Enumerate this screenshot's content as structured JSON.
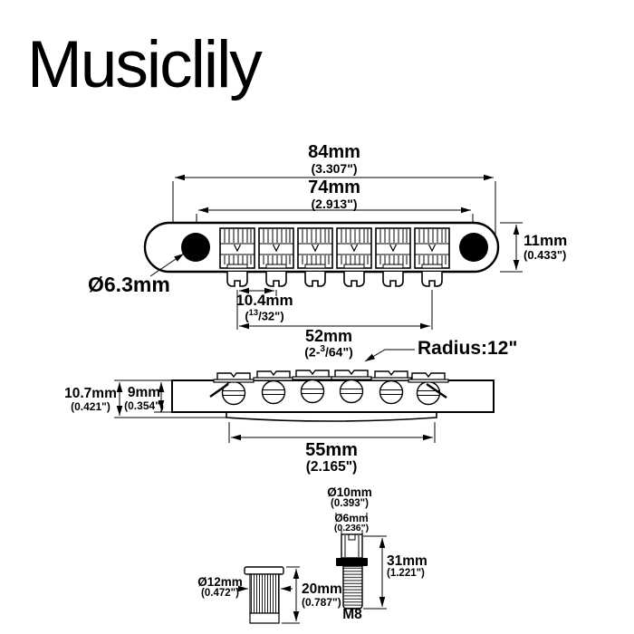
{
  "brand": "Musiclily",
  "colors": {
    "ink": "#000000",
    "background": "#ffffff"
  },
  "top_view": {
    "overall_length": {
      "mm": "84mm",
      "inch": "(3.307\")"
    },
    "post_spacing": {
      "mm": "74mm",
      "inch": "(2.913\")"
    },
    "body_width": {
      "mm": "11mm",
      "inch": "(0.433\")"
    },
    "post_hole_dia": "Ø6.3mm",
    "screw_spacing": {
      "mm": "10.4mm",
      "inch_pre": "(",
      "inch_sup": "13",
      "inch_post": "/32\")"
    },
    "string_spread": {
      "mm": "52mm",
      "inch_pre": "(2-",
      "inch_sup": "3",
      "inch_post": "/64\")"
    },
    "radius_label": "Radius:12\""
  },
  "side_view": {
    "overall_height": {
      "mm": "10.7mm",
      "inch": "(0.421\")"
    },
    "body_height": {
      "mm": "9mm",
      "inch": "(0.354\")"
    },
    "base_length": {
      "mm": "55mm",
      "inch": "(2.165\")"
    }
  },
  "bushing": {
    "diameter": {
      "mm": "Ø12mm",
      "inch": "(0.472\")"
    },
    "height": {
      "mm": "20mm",
      "inch": "(0.787\")"
    }
  },
  "stud": {
    "collar_diameter": {
      "mm": "Ø10mm",
      "inch": "(0.393\")"
    },
    "top_diameter": {
      "mm": "Ø6mm",
      "inch": "(0.236\")"
    },
    "length": {
      "mm": "31mm",
      "inch": "(1.221\")"
    },
    "thread_label": "M8"
  }
}
